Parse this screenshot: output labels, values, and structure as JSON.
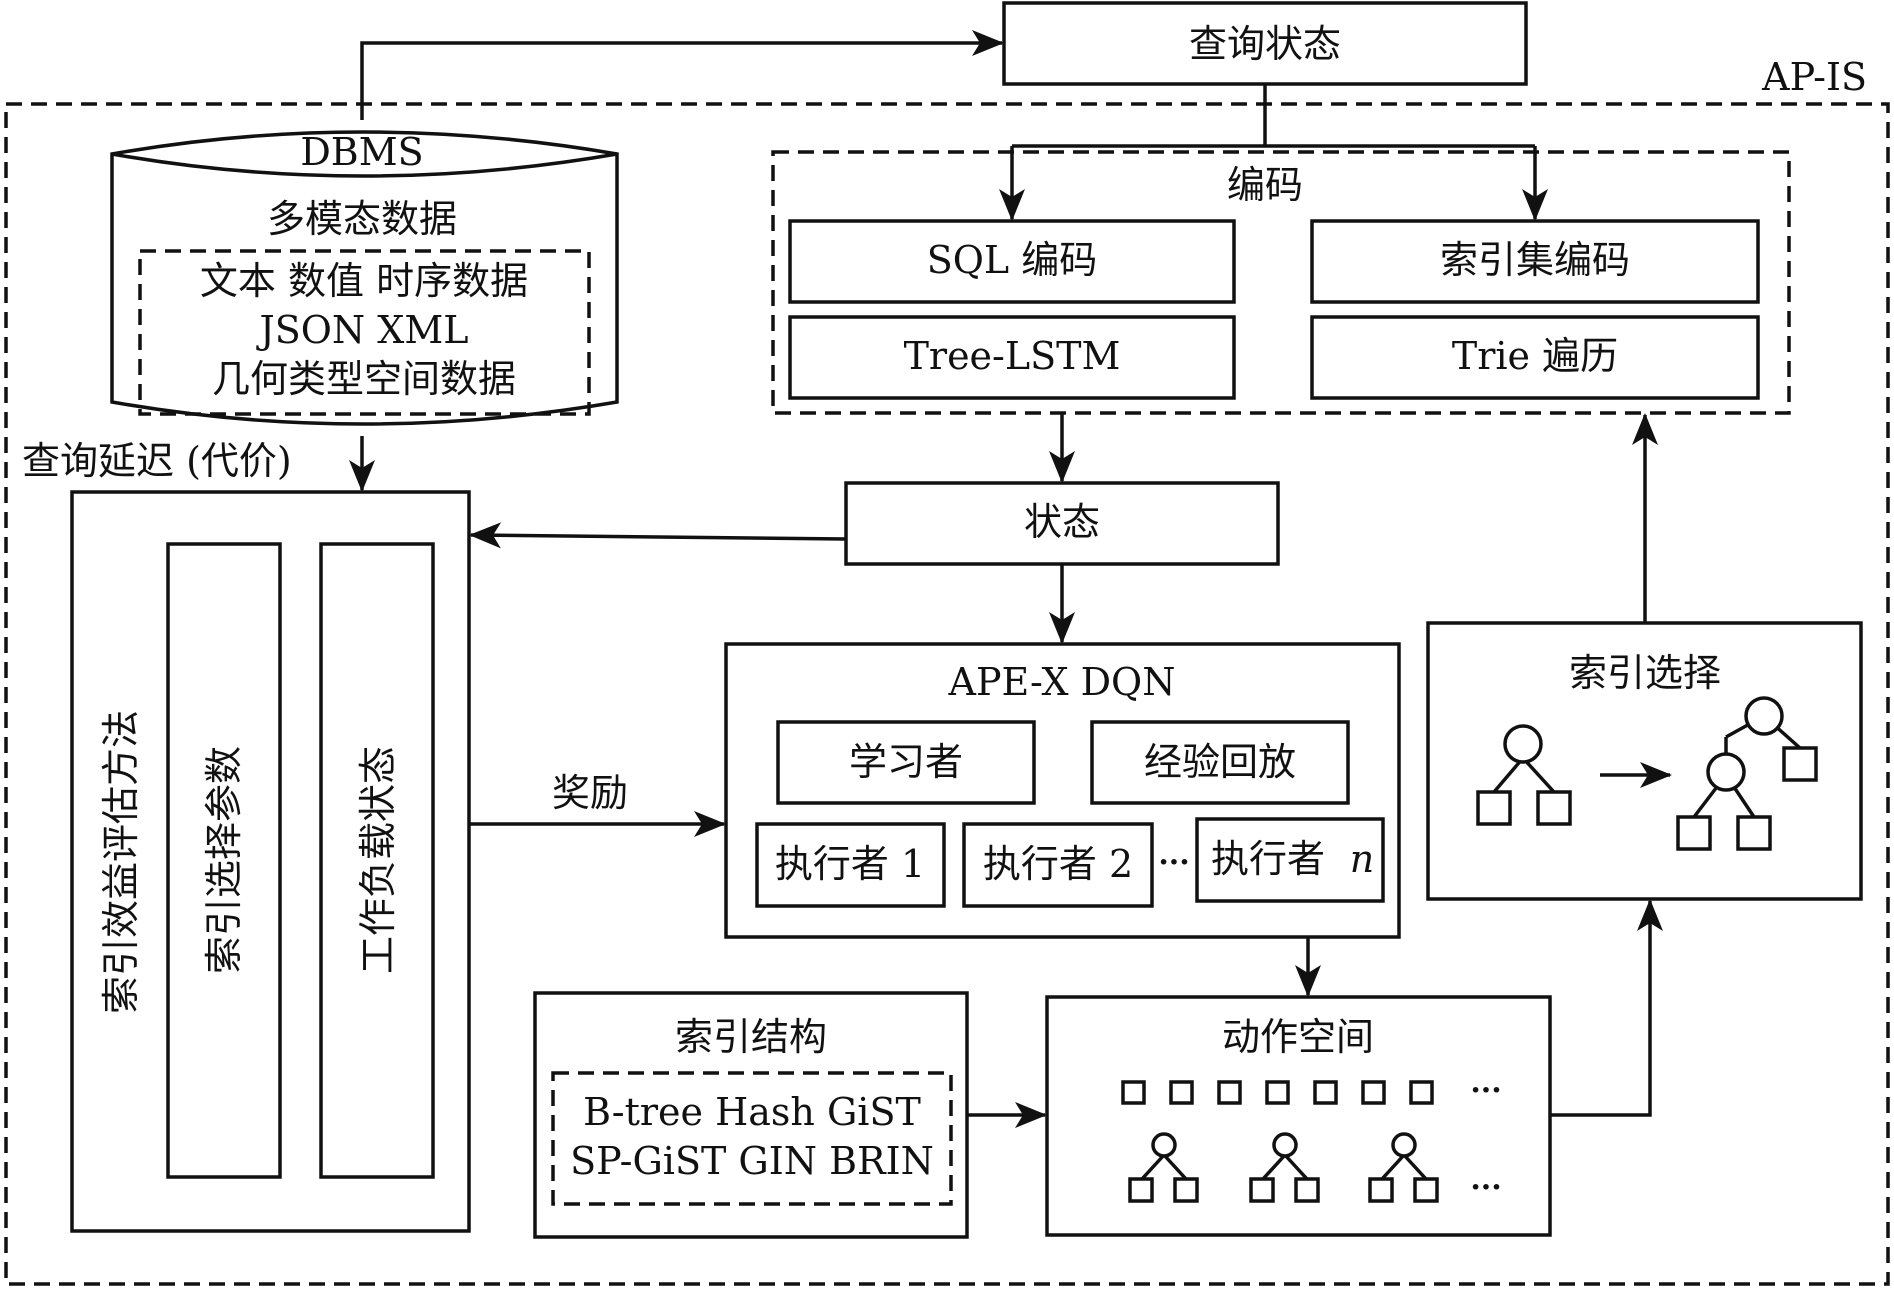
{
  "labels": {
    "query_state": "查询状态",
    "ap_is": "AP-IS",
    "dbms": "DBMS",
    "multimodal_data": "多模态数据",
    "data_types_line1": "文本 数值 时序数据",
    "data_types_line2": "JSON XML",
    "data_types_line3": "几何类型空间数据",
    "encoding": "编码",
    "sql_encoding": "SQL 编码",
    "index_set_encoding": "索引集编码",
    "tree_lstm": "Tree-LSTM",
    "trie_traversal": "Trie 遍历",
    "query_latency": "查询延迟 (代价)",
    "state": "状态",
    "apex_dqn": "APE-X DQN",
    "learner": "学习者",
    "experience_replay": "经验回放",
    "executor_1": "执行者 1",
    "executor_2": "执行者 2",
    "executor_n_prefix": "执行者",
    "executor_n_suffix": "n",
    "ellipsis": "···",
    "reward": "奖励",
    "index_benefit_eval": "索引效益评估方法",
    "index_selection_params": "索引选择参数",
    "workload_state": "工作负载状态",
    "index_selection": "索引选择",
    "index_structure": "索引结构",
    "index_types_line1": "B-tree Hash GiST",
    "index_types_line2": "SP-GiST GIN BRIN",
    "action_space": "动作空间",
    "action_ellipsis_1": "···",
    "action_ellipsis_2": "···"
  }
}
